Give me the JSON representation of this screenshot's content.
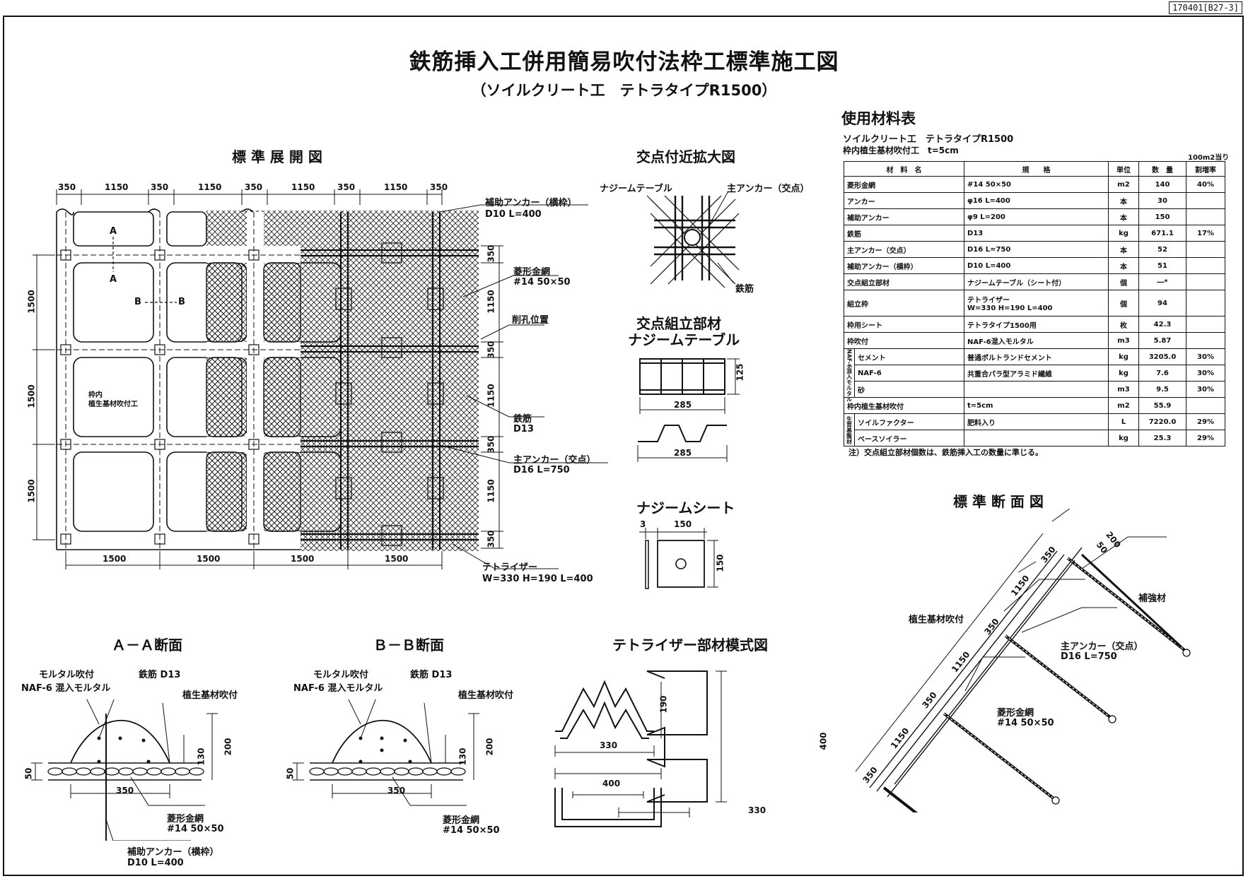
{
  "doc_id": "170401[B27-3]",
  "title": "鉄筋挿入工併用簡易吹付法枠工標準施工図",
  "subtitle": "（ソイルクリート工　テトラタイプR1500）",
  "plan": {
    "title": "標 準 展 開 図",
    "top_dims": [
      "350",
      "1150",
      "350",
      "1150",
      "350",
      "1150",
      "350",
      "1150",
      "350"
    ],
    "bottom_dims": [
      "1500",
      "1500",
      "1500",
      "1500"
    ],
    "left_dims": [
      "1500",
      "1500",
      "1500"
    ],
    "right_dims": [
      "350",
      "1150",
      "350",
      "1150",
      "350",
      "1150",
      "350"
    ],
    "section_a": "A",
    "section_b": "B",
    "inner_label_1": "枠内",
    "inner_label_2": "植生基材吹付工",
    "callout_aux_anchor_1": "補助アンカー（横枠）",
    "callout_aux_anchor_2": "D10 L=400",
    "callout_mesh_1": "菱形金網",
    "callout_mesh_2": "#14 50×50",
    "callout_hole": "削孔位置",
    "callout_rebar_1": "鉄筋",
    "callout_rebar_2": "D13",
    "callout_main_anchor_1": "主アンカー（交点）",
    "callout_main_anchor_2": "D16 L=750",
    "callout_tetra_1": "テトライザー",
    "callout_tetra_2": "W=330 H=190 L=400"
  },
  "detail": {
    "title": "交点付近拡大図",
    "label_table": "ナジームテーブル",
    "label_anchor": "主アンカー（交点）",
    "label_rebar": "鉄筋"
  },
  "assembly": {
    "title_1": "交点組立部材",
    "title_2": "ナジームテーブル",
    "dim_height": "125",
    "dim_width_1": "285",
    "dim_width_2": "285"
  },
  "sheet": {
    "title": "ナジームシート",
    "dim_t": "3",
    "dim_w": "150",
    "dim_h": "150"
  },
  "sec_aa": {
    "title": "Ａ－Ａ断面",
    "mortar_1": "モルタル吹付",
    "mortar_2": "NAF-6 混入モルタル",
    "rebar": "鉄筋 D13",
    "veg": "植生基材吹付",
    "dim_50": "50",
    "dim_130": "130",
    "dim_200": "200",
    "dim_350": "350",
    "mesh_1": "菱形金網",
    "mesh_2": "#14 50×50",
    "anchor_1": "補助アンカー（横枠）",
    "anchor_2": "D10 L=400"
  },
  "sec_bb": {
    "title": "Ｂ－Ｂ断面",
    "mortar_1": "モルタル吹付",
    "mortar_2": "NAF-6 混入モルタル",
    "rebar": "鉄筋 D13",
    "veg": "植生基材吹付",
    "dim_50": "50",
    "dim_130": "130",
    "dim_200": "200",
    "dim_350": "350",
    "mesh_1": "菱形金網",
    "mesh_2": "#14 50×50"
  },
  "tetra": {
    "title": "テトライザー部材模式図",
    "dim_190": "190",
    "dim_330a": "330",
    "dim_400a": "400",
    "dim_400b": "400",
    "dim_330b": "330"
  },
  "std_section": {
    "title": "標 準 断 面 図",
    "dims": [
      "200",
      "50",
      "350",
      "1150",
      "350",
      "1150",
      "350",
      "1150",
      "350"
    ],
    "reinforce": "補強材",
    "veg": "植生基材吹付",
    "main_anchor_1": "主アンカー（交点）",
    "main_anchor_2": "D16 L=750",
    "mesh_1": "菱形金網",
    "mesh_2": "#14 50×50"
  },
  "materials": {
    "title": "使用材料表",
    "subtitle": "ソイルクリート工　テトラタイプR1500",
    "subtitle2": "枠内植生基材吹付工　t=5cm",
    "per": "100m2当り",
    "headers": [
      "材　料　名",
      "規　　格",
      "単位",
      "数　量",
      "割増率"
    ],
    "rows": [
      {
        "name": "菱形金網",
        "spec": "#14 50×50",
        "unit": "m2",
        "qty": "140",
        "rate": "40%"
      },
      {
        "name": "アンカー",
        "spec": "φ16 L=400",
        "unit": "本",
        "qty": "30",
        "rate": ""
      },
      {
        "name": "補助アンカー",
        "spec": "φ9 L=200",
        "unit": "本",
        "qty": "150",
        "rate": ""
      },
      {
        "name": "鉄筋",
        "spec": "D13",
        "unit": "kg",
        "qty": "671.1",
        "rate": "17%"
      },
      {
        "name": "主アンカー（交点）",
        "spec": "D16 L=750",
        "unit": "本",
        "qty": "52",
        "rate": ""
      },
      {
        "name": "補助アンカー（横枠）",
        "spec": "D10 L=400",
        "unit": "本",
        "qty": "51",
        "rate": ""
      },
      {
        "name": "交点組立部材",
        "spec": "ナジームテーブル（シート付）",
        "unit": "個",
        "qty": "―*",
        "rate": ""
      },
      {
        "name": "組立枠",
        "spec": "テトライザー",
        "spec2": "W=330 H=190 L=400",
        "unit": "個",
        "qty": "94",
        "rate": ""
      },
      {
        "name": "枠用シート",
        "spec": "テトラタイプ1500用",
        "unit": "枚",
        "qty": "42.3",
        "rate": ""
      },
      {
        "name": "枠吹付",
        "spec": "NAF-6混入モルタル",
        "unit": "m3",
        "qty": "5.87",
        "rate": ""
      }
    ],
    "group1_label": "NAF-6混入モルタル",
    "group1": [
      {
        "name": "セメント",
        "spec": "普通ポルトランドセメント",
        "unit": "kg",
        "qty": "3205.0",
        "rate": "30%"
      },
      {
        "name": "NAF-6",
        "spec": "共重合パラ型アラミド繊維",
        "unit": "kg",
        "qty": "7.6",
        "rate": "30%"
      },
      {
        "name": "砂",
        "spec": "",
        "unit": "m3",
        "qty": "9.5",
        "rate": "30%"
      }
    ],
    "row_veg": {
      "name": "枠内植生基材吹付",
      "spec": "t=5cm",
      "unit": "m2",
      "qty": "55.9",
      "rate": ""
    },
    "group2_label": "生育基盤材",
    "group2": [
      {
        "name": "ソイルファクター",
        "spec": "肥料入り",
        "unit": "L",
        "qty": "7220.0",
        "rate": "29%"
      },
      {
        "name": "ベースソイラー",
        "spec": "",
        "unit": "kg",
        "qty": "25.3",
        "rate": "29%"
      }
    ],
    "note": "注）交点組立部材個数は、鉄筋挿入工の数量に準じる。"
  }
}
